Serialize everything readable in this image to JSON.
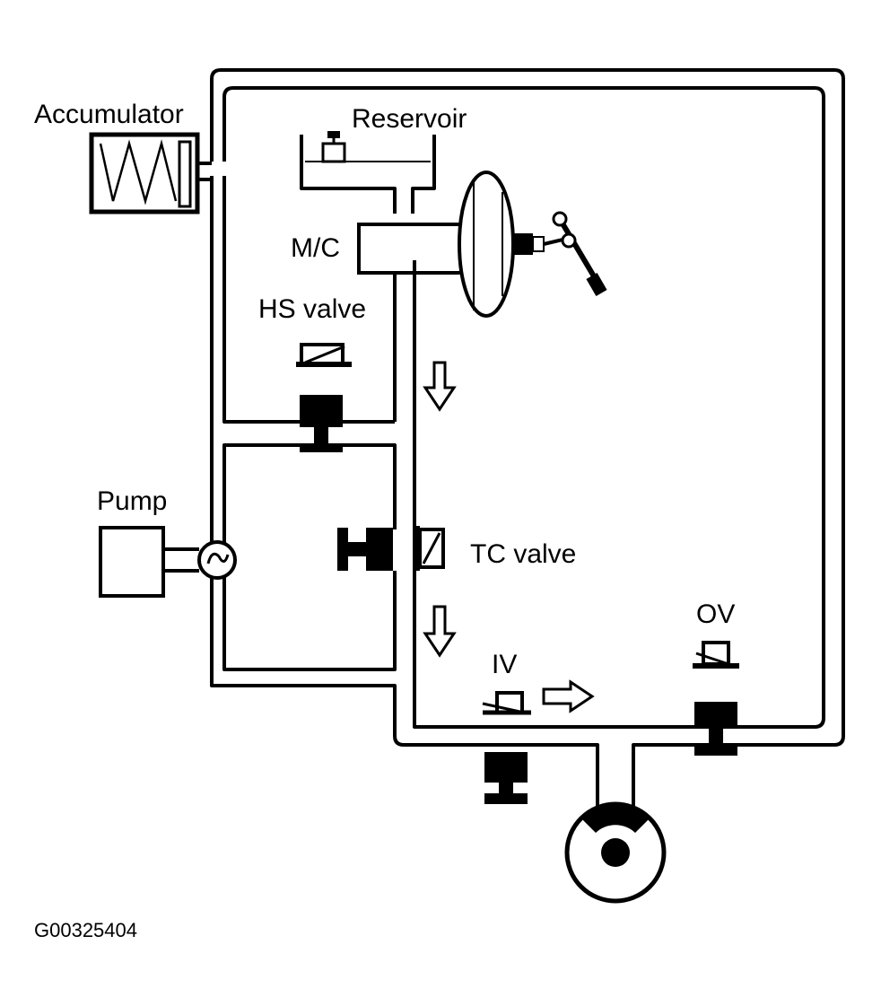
{
  "labels": {
    "accumulator": "Accumulator",
    "reservoir": "Reservoir",
    "master_cylinder": "M/C",
    "hs_valve": "HS valve",
    "pump": "Pump",
    "tc_valve": "TC valve",
    "ov": "OV",
    "iv": "IV"
  },
  "figure_id": "G00325404"
}
